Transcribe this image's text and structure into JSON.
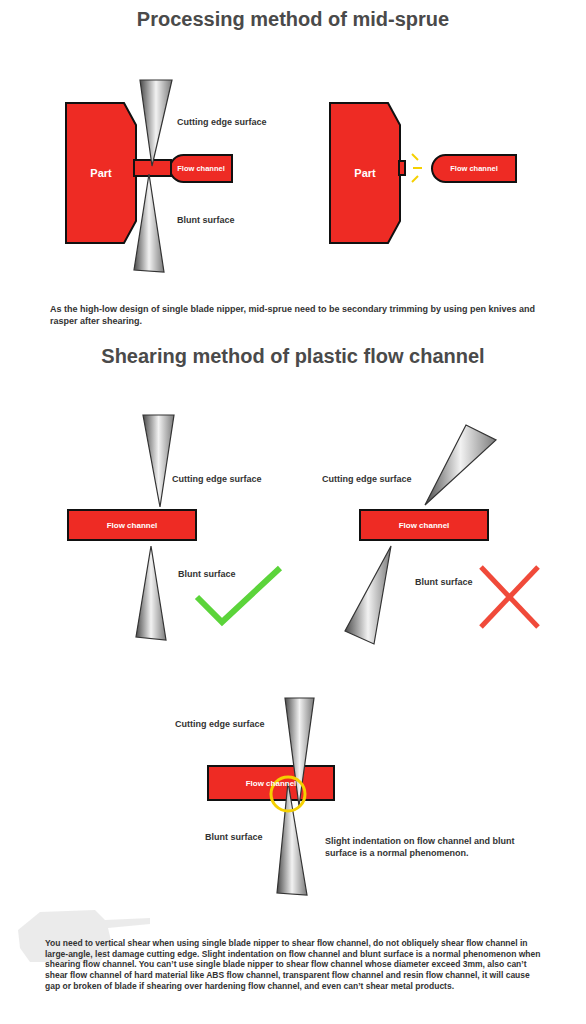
{
  "diagram": {
    "title": "Processing method of mid-sprue",
    "nodes": [
      {
        "text": [
          "Part"
        ]
      },
      {
        "text": [
          "Flow channel"
        ]
      },
      {
        "text": [
          "Part"
        ]
      },
      {
        "text": [
          "Flow channel"
        ]
      },
      {
        "text": [
          "Flow channel"
        ]
      },
      {
        "text": [
          "Flow channel"
        ]
      },
      {
        "text": [
          "Flow channel"
        ]
      }
    ],
    "labels": [
      "Cutting edge surface",
      "Blunt surface",
      "As the high-low design of single blade nipper, mid-sprue need to be secondary trimming by using pen knives and rasper after shearing.",
      "Shearing method of plastic flow channel",
      "Cutting edge surface",
      "Blunt surface",
      "Cutting edge surface",
      "Blunt surface",
      "Cutting edge surface",
      "Blunt surface",
      "Slight indentation on flow channel and blunt surface is a normal phenomenon.",
      "You need to vertical shear when using single blade nipper to shear flow channel, do not obliquely shear flow channel in large-angle, lest damage cutting edge. Slight indentation on flow channel and blunt surface is a normal phenomenon when shearing flow channel. You can’t use single blade nipper to shear flow channel whose diameter exceed 3mm, also can’t shear flow channel of hard material like ABS flow channel, transparent flow channel and resin flow channel, it will cause gap or broken of blade if shearing over hardening flow channel, and even can’t shear metal products."
    ]
  }
}
